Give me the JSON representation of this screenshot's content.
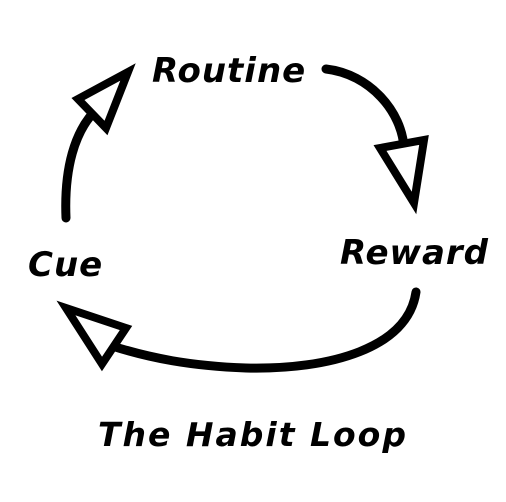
{
  "nodes": {
    "routine": "Routine",
    "reward": "Reward",
    "cue": "Cue"
  },
  "title": "The Habit Loop",
  "colors": {
    "ink": "#000000",
    "background": "#ffffff"
  }
}
